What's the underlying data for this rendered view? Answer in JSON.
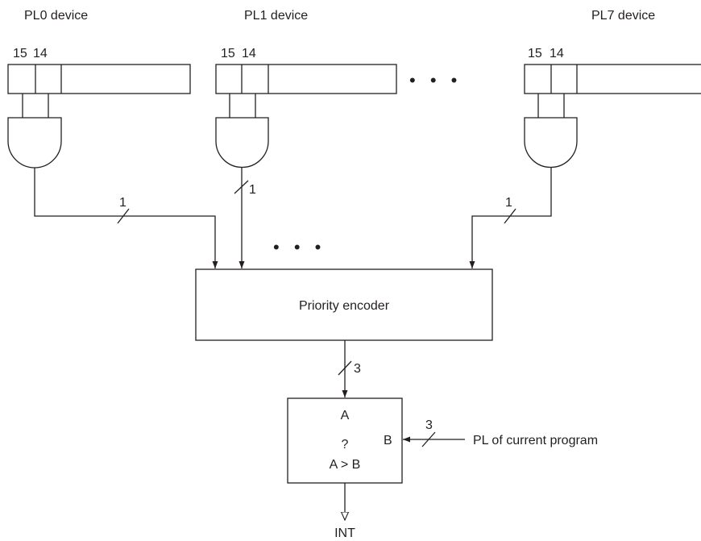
{
  "devices": [
    {
      "label": "PL0 device",
      "bit_high": "15",
      "bit_low": "14",
      "bus_width": "1"
    },
    {
      "label": "PL1 device",
      "bit_high": "15",
      "bit_low": "14",
      "bus_width": "1"
    },
    {
      "label": "PL7 device",
      "bit_high": "15",
      "bit_low": "14",
      "bus_width": "1"
    }
  ],
  "encoder": {
    "label": "Priority encoder",
    "output_width": "3"
  },
  "comparator": {
    "input_a": "A",
    "input_b": "B",
    "question": "?",
    "condition": "A > B",
    "input_b_width": "3"
  },
  "current_pl_label": "PL of current program",
  "output_label": "INT",
  "ellipsis": "• • •"
}
